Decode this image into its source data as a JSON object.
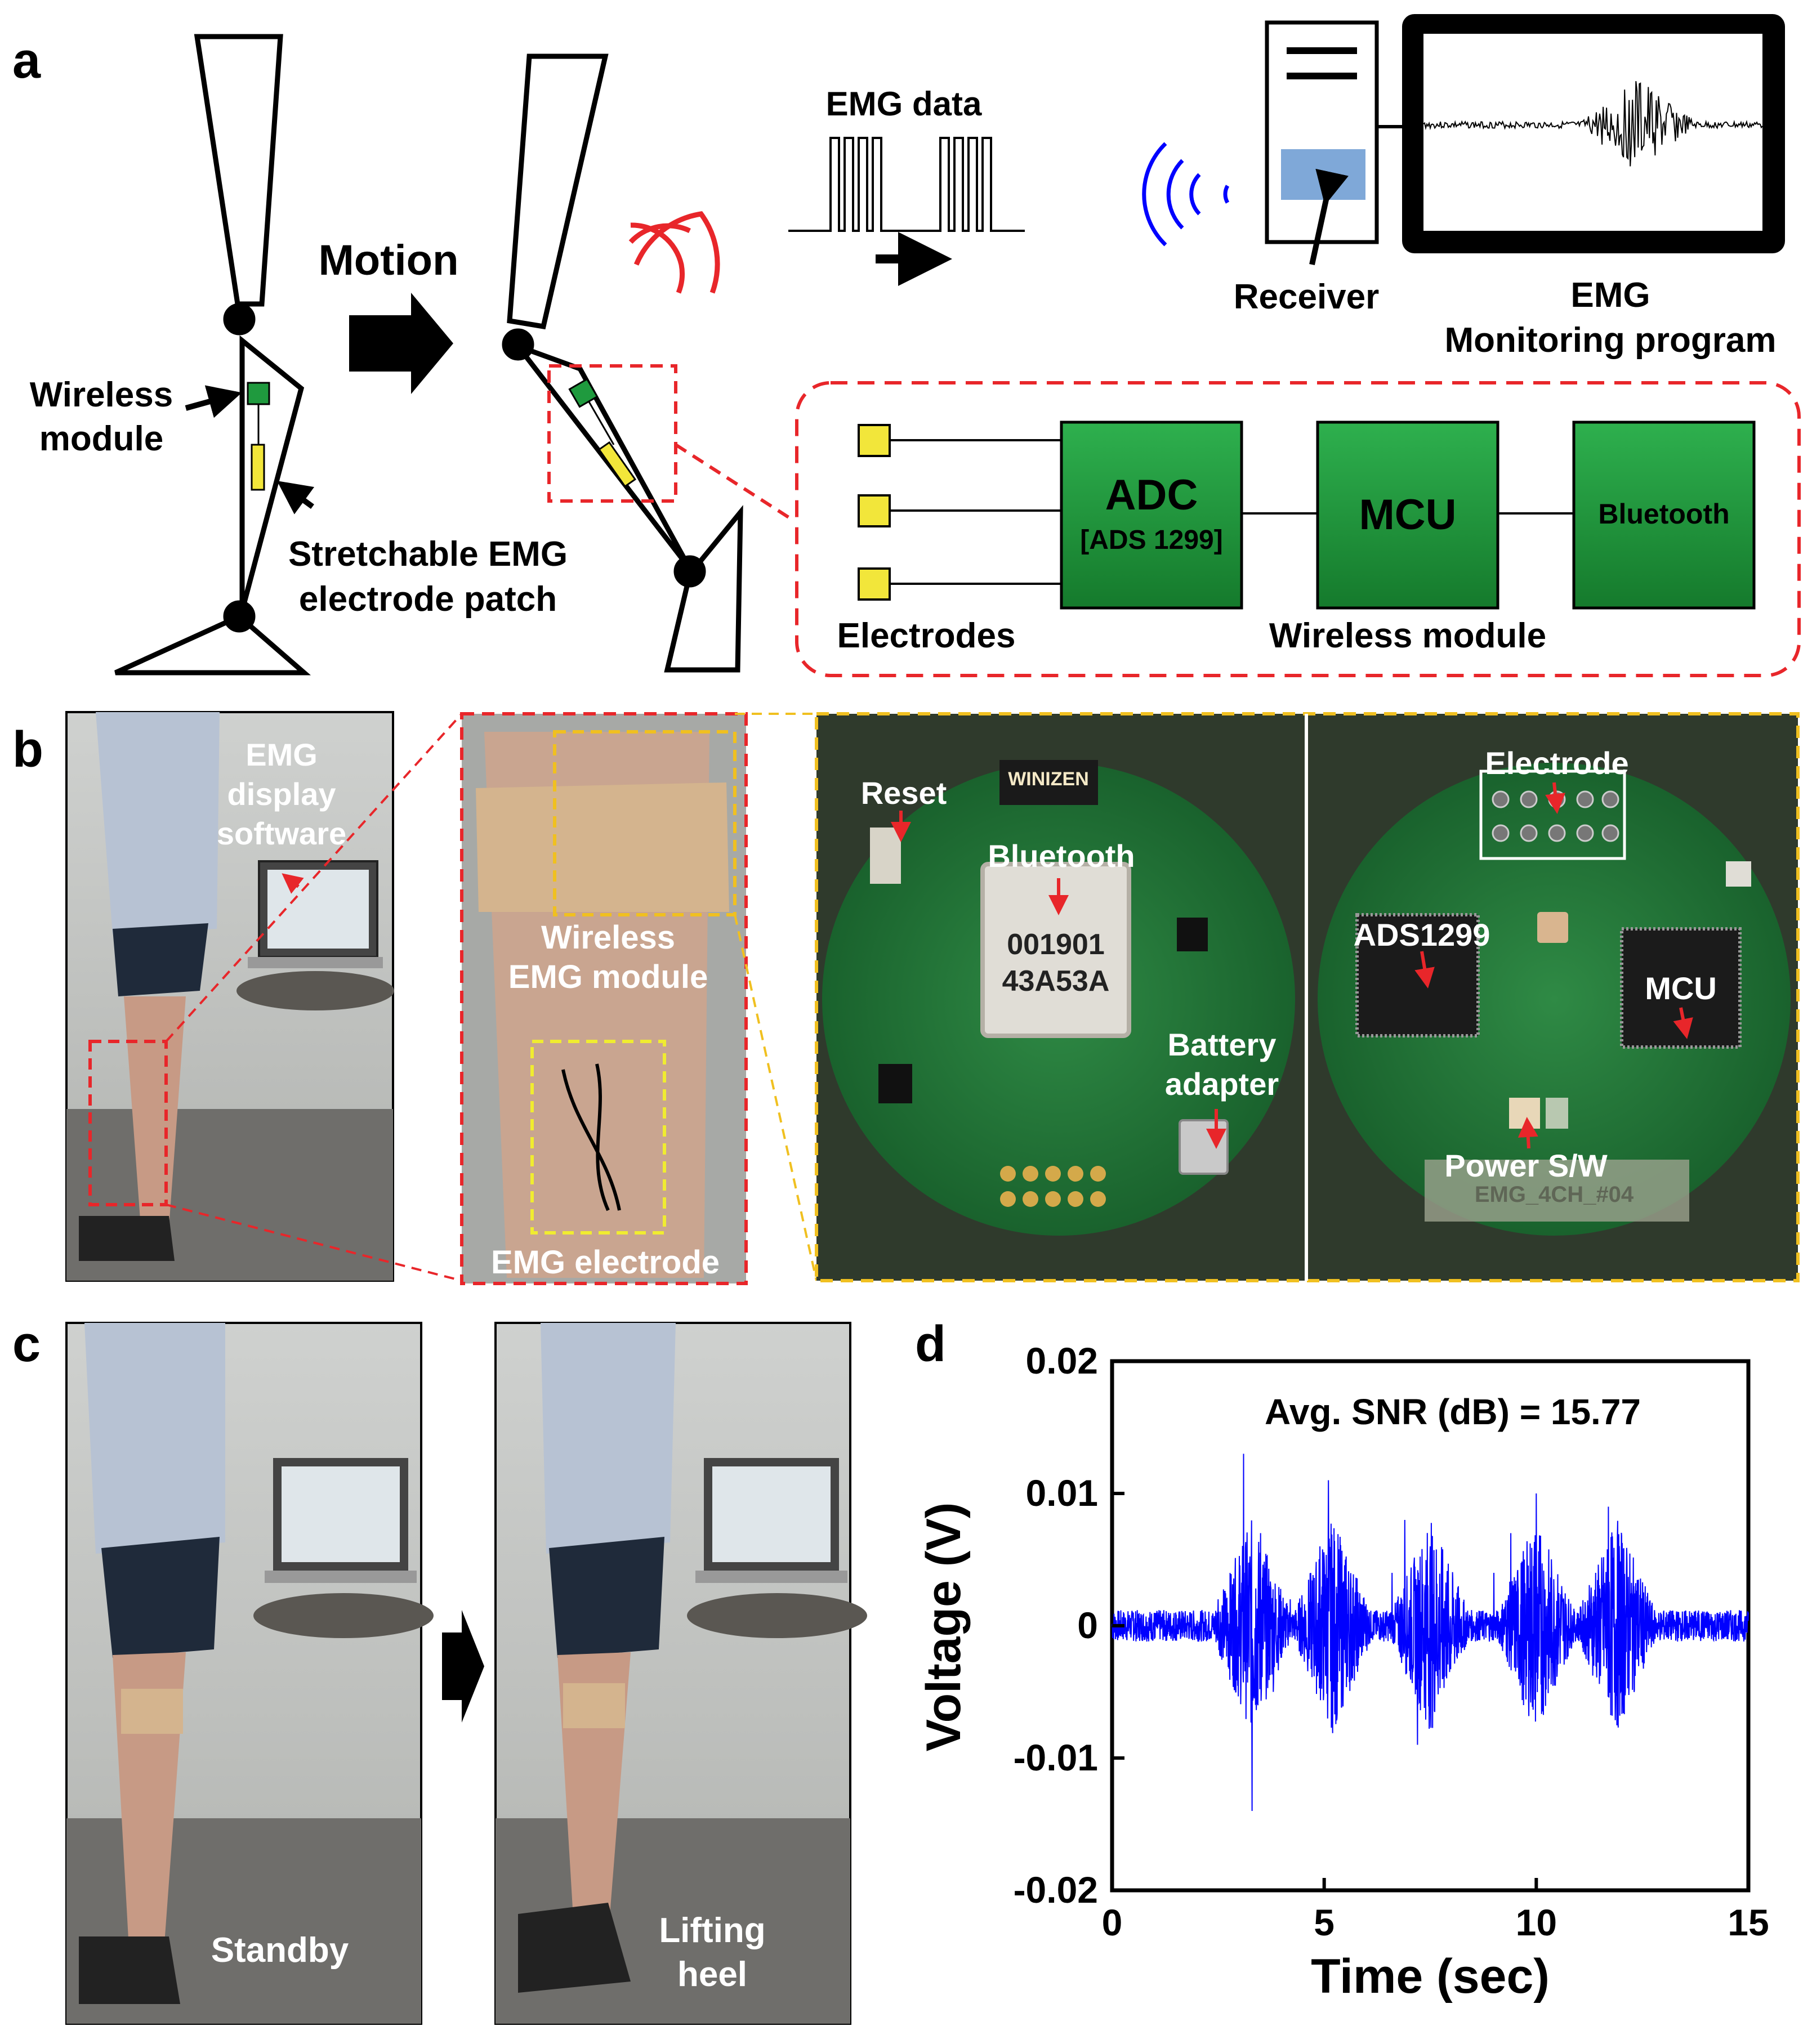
{
  "panel_labels": {
    "a": "a",
    "b": "b",
    "c": "c",
    "d": "d"
  },
  "panel_a": {
    "motion_label": "Motion",
    "wireless_module_label": [
      "Wireless",
      "module"
    ],
    "electrode_patch_label": [
      "Stretchable EMG",
      "electrode patch"
    ],
    "emg_data_label": "EMG data",
    "receiver_label": "Receiver",
    "monitor_label": [
      "EMG",
      "Monitoring program"
    ],
    "block_diagram": {
      "electrodes_label": "Electrodes",
      "adc_label": "ADC",
      "adc_part": "[ADS 1299]",
      "mcu_label": "MCU",
      "bluetooth_label": "Bluetooth",
      "module_label": "Wireless module"
    }
  },
  "panel_b": {
    "software_label": [
      "EMG",
      "display",
      "software"
    ],
    "module_label": [
      "Wireless",
      "EMG module"
    ],
    "electrode_label": "EMG electrode",
    "board_front": {
      "reset_label": "Reset",
      "bluetooth_label": "Bluetooth",
      "battery_label": [
        "Battery",
        "adapter"
      ],
      "chip_text": [
        "WINIZEN",
        "001901",
        "43A53A"
      ]
    },
    "board_back": {
      "electrode_label": "Electrode",
      "ads_label": "ADS1299",
      "mcu_label": "MCU",
      "power_label": "Power S/W",
      "board_print": "EMG_4CH_#04"
    }
  },
  "panel_c": {
    "standby_label": "Standby",
    "lifting_label": [
      "Lifting",
      "heel"
    ]
  },
  "colors": {
    "red_dash": "#e8262a",
    "yellow_dash": "#f0c020",
    "pcb_green": "#1f7a3a",
    "signal_blue": "#0000ff",
    "block_green": "#1e9a3c"
  },
  "chart_data": {
    "type": "line",
    "title": "",
    "annotation": "Avg. SNR (dB) = 15.77",
    "xlabel": "Time (sec)",
    "ylabel": "Voltage (V)",
    "xlim": [
      0,
      15
    ],
    "ylim": [
      -0.02,
      0.02
    ],
    "xticks": [
      0,
      5,
      10,
      15
    ],
    "yticks": [
      -0.02,
      -0.01,
      0,
      0.01,
      0.02
    ],
    "ytick_labels": [
      "-0.02",
      "-0.01",
      "0",
      "0.01",
      "0.02"
    ],
    "series": [
      {
        "color": "#0000ff",
        "x": [
          0,
          0.5,
          1.0,
          1.5,
          2.0,
          2.5,
          2.9,
          3.1,
          3.3,
          3.5,
          3.8,
          4.2,
          4.6,
          4.9,
          5.1,
          5.3,
          5.5,
          5.8,
          6.2,
          6.6,
          6.9,
          7.2,
          7.5,
          7.8,
          8.1,
          8.5,
          9.0,
          9.4,
          9.7,
          10.0,
          10.3,
          10.6,
          11.0,
          11.4,
          11.7,
          12.0,
          12.3,
          12.6,
          13.0,
          13.5,
          14.0,
          14.5,
          15.0
        ],
        "y": [
          0,
          0.001,
          -0.001,
          0.001,
          -0.001,
          0.002,
          0.004,
          0.013,
          -0.014,
          0.007,
          -0.005,
          0.002,
          -0.002,
          0.006,
          0.011,
          -0.007,
          0.005,
          -0.003,
          0.001,
          0.004,
          0.008,
          -0.009,
          0.006,
          -0.004,
          0.002,
          -0.001,
          0.004,
          0.007,
          -0.006,
          0.01,
          -0.004,
          0.003,
          -0.001,
          0.004,
          0.009,
          -0.005,
          0.003,
          -0.002,
          0.001,
          -0.001,
          0.001,
          -0.001,
          0.001
        ]
      }
    ]
  }
}
